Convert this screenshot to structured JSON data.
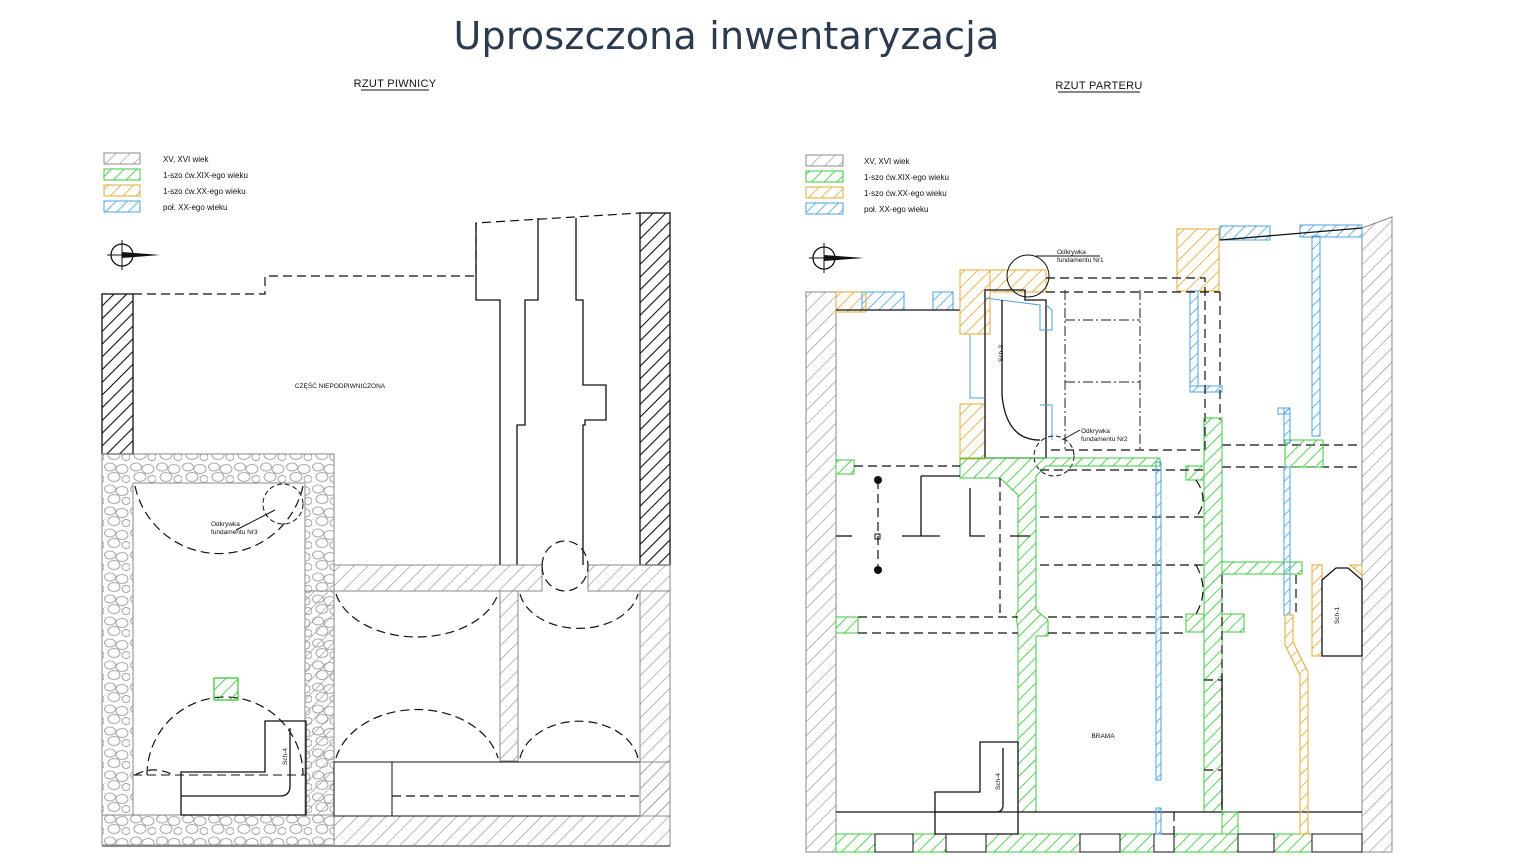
{
  "title": "Uproszczona inwentaryzacja",
  "left_plan": {
    "title": "RZUT PIWNICY",
    "legend": [
      {
        "label": "XV, XVI wiek",
        "color": "#8c8c8c"
      },
      {
        "label": "1-szo ćw.XIX-ego wieku",
        "color": "#3cc83c"
      },
      {
        "label": "1-szo ćw.XX-ego wieku",
        "color": "#e0a830"
      },
      {
        "label": "poł. XX-ego wieku",
        "color": "#4aa3e0"
      }
    ],
    "labels": {
      "unbasemented": "CZĘŚĆ NIEPODPIWNICZONA",
      "discovery_line1": "Odkrywka",
      "discovery_line2": "fundamentu Nr3",
      "chimney": "Sch-4"
    }
  },
  "right_plan": {
    "title": "RZUT PARTERU",
    "legend": [
      {
        "label": "XV, XVI wiek",
        "color": "#8c8c8c"
      },
      {
        "label": "1-szo ćw.XIX-ego wieku",
        "color": "#3cc83c"
      },
      {
        "label": "1-szo ćw.XX-ego wieku",
        "color": "#e0a830"
      },
      {
        "label": "poł. XX-ego wieku",
        "color": "#4aa3e0"
      }
    ],
    "labels": {
      "discovery1_line1": "Odkrywka",
      "discovery1_line2": "fundamentu Nr1",
      "discovery2_line1": "Odkrywka",
      "discovery2_line2": "fundamentu Nr2",
      "chimney3": "Sch-3",
      "chimney1": "Sch-1",
      "chimney4": "Sch-4",
      "gate": "BRAMA"
    }
  }
}
